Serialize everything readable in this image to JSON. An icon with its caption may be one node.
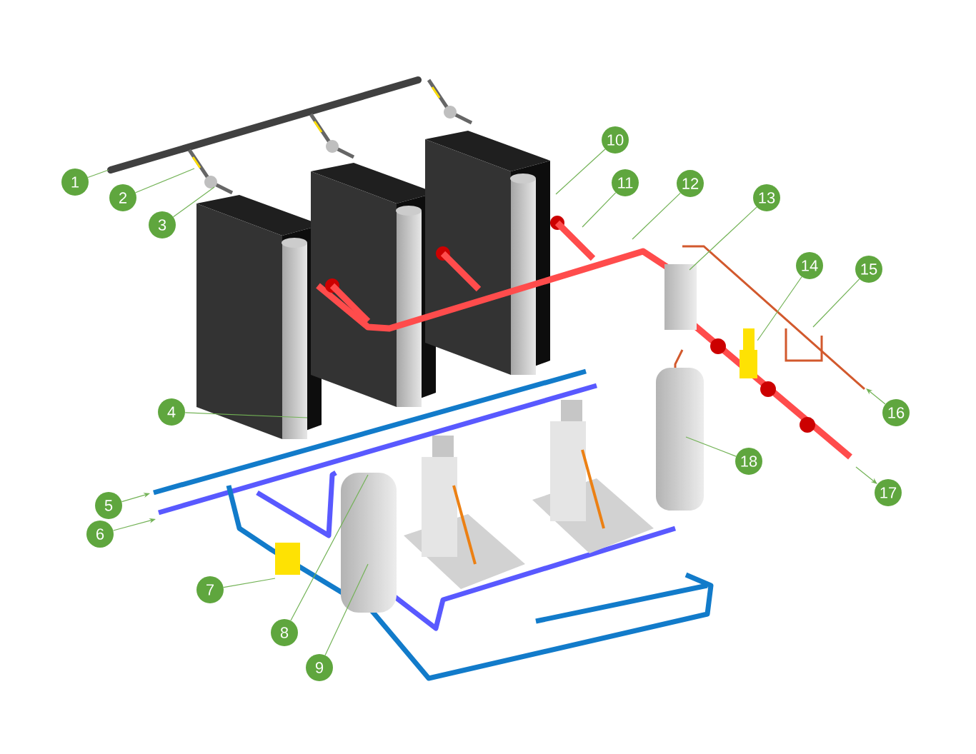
{
  "diagram": {
    "nodes": [
      {
        "text": [
          "1"
        ]
      },
      {
        "text": [
          "2"
        ]
      },
      {
        "text": [
          "3"
        ]
      },
      {
        "text": [
          "4"
        ]
      },
      {
        "text": [
          "5"
        ]
      },
      {
        "text": [
          "6"
        ]
      },
      {
        "text": [
          "7"
        ]
      },
      {
        "text": [
          "8"
        ]
      },
      {
        "text": [
          "9"
        ]
      },
      {
        "text": [
          "10"
        ]
      },
      {
        "text": [
          "11"
        ]
      },
      {
        "text": [
          "12"
        ]
      },
      {
        "text": [
          "13"
        ]
      },
      {
        "text": [
          "14"
        ]
      },
      {
        "text": [
          "15"
        ]
      },
      {
        "text": [
          "16"
        ]
      },
      {
        "text": [
          "17"
        ]
      },
      {
        "text": [
          "18"
        ]
      },
      {
        "text": [],
        "shape": "picture"
      }
    ],
    "edges": [
      {
        "from": 0,
        "to": null,
        "arrow": "none"
      },
      {
        "from": 1,
        "to": null,
        "arrow": "none"
      },
      {
        "from": 2,
        "to": null,
        "arrow": "none"
      },
      {
        "from": 3,
        "to": null,
        "arrow": "none"
      },
      {
        "from": 4,
        "to": null,
        "arrow": "to"
      },
      {
        "from": 5,
        "to": null,
        "arrow": "to"
      },
      {
        "from": 6,
        "to": null,
        "arrow": "none"
      },
      {
        "from": 7,
        "to": null,
        "arrow": "none"
      },
      {
        "from": 8,
        "to": null,
        "arrow": "none"
      },
      {
        "from": 9,
        "to": null,
        "arrow": "none"
      },
      {
        "from": 10,
        "to": null,
        "arrow": "none"
      },
      {
        "from": 11,
        "to": null,
        "arrow": "none"
      },
      {
        "from": 12,
        "to": null,
        "arrow": "none"
      },
      {
        "from": 13,
        "to": 18,
        "arrow": "none"
      },
      {
        "from": 14,
        "to": null,
        "arrow": "none"
      },
      {
        "from": 15,
        "to": null,
        "arrow": "to"
      },
      {
        "from": null,
        "to": 16,
        "arrow": "to"
      },
      {
        "from": 17,
        "to": null,
        "arrow": "none"
      }
    ]
  }
}
